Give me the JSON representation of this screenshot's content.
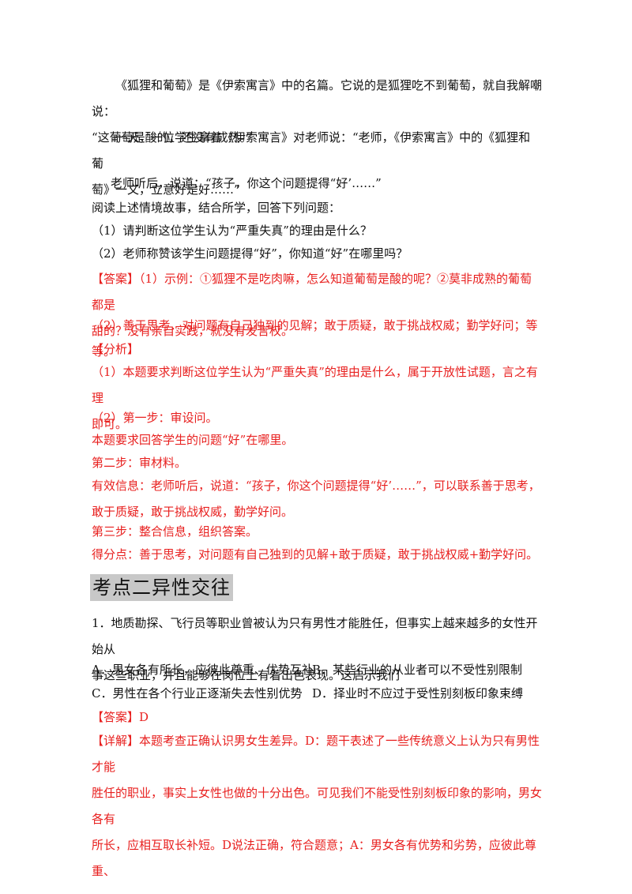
{
  "story": {
    "p1_l1": "《狐狸和葡萄》是《伊索寓言》中的名篇。它说的是狐狸吃不到葡萄，就自我解嘲说：",
    "p1_l2": "“这葡萄是酸的，还没有成热。”",
    "p2_l1": "一天，一位学生拿着《伊索寓言》对老师说：“老师，《伊索寓言》中的《狐狸和葡",
    "p2_l2": "萄》一文，立意好是好……”",
    "p3": "老师听后，说道：“孩子，你这个问题提得“好’……”",
    "prompt": "阅读上述情境故事，结合所学，回答下列问题：",
    "q1": "（1）请判断这位学生认为“严重失真”的理由是什么？",
    "q2": "（2）老师称赞该学生问题提得“好”，你知道“好”在哪里吗？"
  },
  "answer1": {
    "tag": "【答案】",
    "l1": "（1）示例：①狐狸不是吃肉嘛，怎么知道葡萄是酸的呢？②莫非成熟的葡萄都是",
    "l2": "甜的？没有亲自实践，就没有发言权。",
    "l3": "（2）善于思考．对问题有自己独到的见解；敢于质疑，敢于挑战权威；勤学好问；等等。"
  },
  "analysis": {
    "tag": "【分析】",
    "l1": "（1）本题要求判断这位学生认为“严重失真”的理由是什么，属于开放性试题，言之有理",
    "l2": "即可。",
    "l3": "（2）第一步：审设问。",
    "l4": "本题要求回答学生的问题“好”在哪里。",
    "l5": "第二步：审材料。",
    "l6": "有效信息：老师听后，说道：“孩子，你这个问题提得“好’……”，可以联系善于思考，",
    "l7": "敢于质疑，敢于挑战权威，勤学好问。",
    "l8": "第三步：整合信息，组织答案。",
    "l9": "得分点：善于思考，对问题有自己独到的见解+敢于质疑，敢于挑战权威+勤学好问。"
  },
  "section_heading": "考点二异性交往",
  "question": {
    "l1": "1．地质勘探、飞行员等职业曾被认为只有男性才能胜任，但事实上越来越多的女性开始从",
    "l2": "事这些职业，并且能够在岗位上有着出色表现。这启示我们",
    "opt_a": "A．男女各有所长，应彼此尊重、优势互补",
    "opt_b": "B．某些行业的从业者可以不受性别限制",
    "opt_c": "C．男性在各个行业正逐渐失去性别优势",
    "opt_d": "D．择业时不应过于受性别刻板印象束缚"
  },
  "answer2": {
    "tag": "【答案】",
    "value": "D"
  },
  "detail": {
    "tag": "【详解】",
    "l1": "本题考查正确认识男女生差异。D：题干表述了一些传统意义上认为只有男性才能",
    "l2": "胜任的职业，事实上女性也做的十分出色。可见我们不能受性别刻板印象的影响，男女各有",
    "l3": "所长，应相互取长补短。D说法正确，符合题意；A：男女各有优势和劣势，应彼此尊重、"
  },
  "colors": {
    "answer_red": "#e8201f",
    "heading_bg": "#c8c8c8"
  }
}
